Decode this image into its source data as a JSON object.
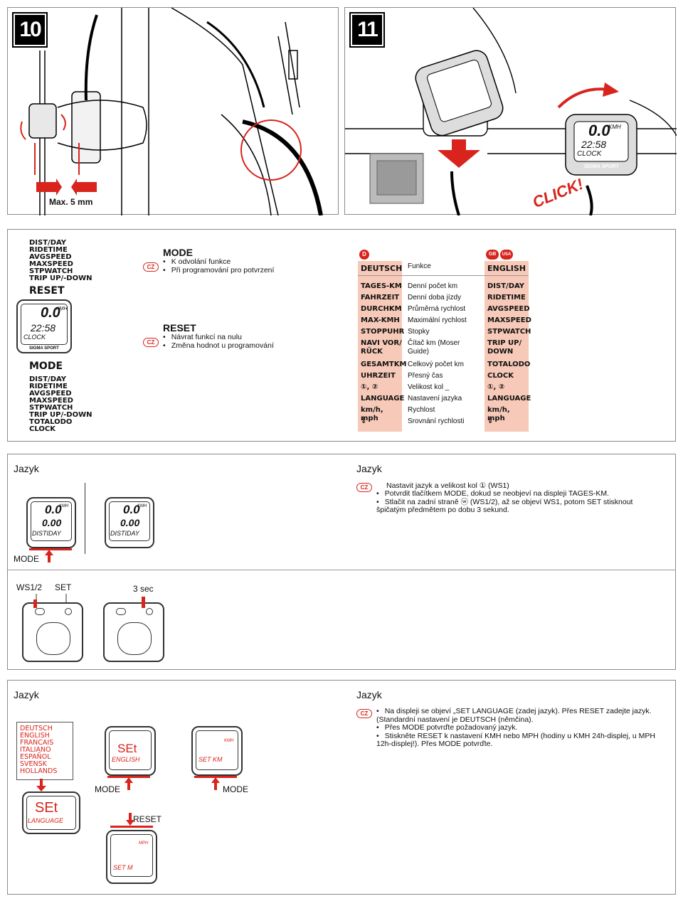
{
  "step10": {
    "number": "10",
    "caption": "Max. 5 mm"
  },
  "step11": {
    "number": "11",
    "display_speed": "0.0",
    "display_unit": "KMH",
    "display_time": "22:58",
    "display_mode": "CLOCK",
    "brand": "SIGMA SPORT",
    "click": "CLICK!"
  },
  "functions": {
    "top_list": [
      "DIST/DAY",
      "RIDETIME",
      "AVGSPEED",
      "MAXSPEED",
      "STPWATCH",
      "TRIP UP/-DOWN"
    ],
    "reset_label": "RESET",
    "display": {
      "speed": "0.0",
      "unit": "KMH",
      "time": "22:58",
      "mode": "CLOCK",
      "brand": "SIGMA SPORT"
    },
    "mode_label": "MODE",
    "bottom_list": [
      "DIST/DAY",
      "RIDETIME",
      "AVGSPEED",
      "MAXSPEED",
      "STPWATCH",
      "TRIP UP/-DOWN",
      "TOTALODO",
      "CLOCK"
    ]
  },
  "legend": {
    "cz": "CZ",
    "mode_title": "MODE",
    "mode_items": [
      "K odvolání funkce",
      "Při programování pro potvrzení"
    ],
    "reset_title": "RESET",
    "reset_items": [
      "Návrat funkcí na nulu",
      "Změna hodnot u programování"
    ]
  },
  "table": {
    "d_badge": "D",
    "gb_badge": "GB",
    "usa_badge": "USA",
    "head_de": "DEUTSCH",
    "head_cz": "Funkce",
    "head_en": "ENGLISH",
    "rows": [
      {
        "de": "TAGES-KM",
        "cz": "Denní počet km",
        "en": "DIST/DAY"
      },
      {
        "de": "FAHRZEIT",
        "cz": "Denní doba jízdy",
        "en": "RIDETIME"
      },
      {
        "de": "DURCHKM",
        "cz": "Průměrná rychlost",
        "en": "AVGSPEED"
      },
      {
        "de": "MAX-KMH",
        "cz": "Maximální rychlost",
        "en": "MAXSPEED"
      },
      {
        "de": "STOPPUHR",
        "cz": "Stopky",
        "en": "STPWATCH"
      },
      {
        "de": "NAVI VOR/ RÜCK",
        "cz": "Čítač km (Moser Guide)",
        "en": "TRIP UP/ DOWN"
      },
      {
        "de": "GESAMTKM",
        "cz": "Celkový počet km",
        "en": "TOTALODO"
      },
      {
        "de": "UHRZEIT",
        "cz": "Přesný čas",
        "en": "CLOCK"
      },
      {
        "de": "①, ②",
        "cz": "Velikost kol _",
        "en": "①, ②"
      },
      {
        "de": "LANGUAGE",
        "cz": "Nastavení jazyka",
        "en": "LANGUAGE"
      },
      {
        "de": "km/h, mph",
        "cz": "Rychlost",
        "en": "km/h, mph"
      },
      {
        "de": "⇕",
        "cz": "Srovnání rychlosti",
        "en": "⇕"
      }
    ]
  },
  "language1": {
    "title_left": "Jazyk",
    "title_right": "Jazyk",
    "disp1": {
      "speed": "0.0",
      "unit": "KMH",
      "dist": "0.00",
      "mode": "DISTIDAY"
    },
    "disp2": {
      "speed": "0.0",
      "unit": "KMH",
      "dist": "0.00",
      "mode": "DISTIDAY"
    },
    "mode_label": "MODE",
    "ws_label": "WS1/2",
    "set_label": "SET",
    "sec_label": "3 sec",
    "cz": "CZ",
    "intro": "Nastavit jazyk a velikost kol ① (WS1)",
    "items": [
      "Potvrdit tlačítkem MODE, dokud se neobjeví na displeji TAGES-KM.",
      "Stlačit na zadní straně ⓦ (WS1/2), až se objeví WS1, potom SET stisknout špičatým předmětem po dobu 3 sekund."
    ]
  },
  "language2": {
    "title_left": "Jazyk",
    "title_right": "Jazyk",
    "languages": [
      "DEUTSCH",
      "ENGLISH",
      "FRANCAIS",
      "ITALIANO",
      "ESPAÑOL",
      "SVENSK",
      "HOLLANDS"
    ],
    "lcd_set": "SEt",
    "lcd_english": "ENGLISH",
    "lcd_language": "LANGUAGE",
    "lcd_setkm": "SET KM",
    "lcd_kmh": "KMH",
    "lcd_mph": "MPH",
    "lcd_setm": "SET M",
    "mode_label1": "MODE",
    "mode_label2": "MODE",
    "reset_label": "RESET",
    "cz": "CZ",
    "items": [
      "Na displeji se objeví „SET LANGUAGE (zadej jazyk). Přes RESET zadejte jazyk. (Standardní nastavení je DEUTSCH (němčina).",
      "Přes MODE potvrďte požadovaný jazyk.",
      "Stiskněte  RESET k nastavení KMH nebo MPH (hodiny u KMH 24h-displej, u MPH 12h-displej!). Přes MODE potvrďte."
    ]
  }
}
